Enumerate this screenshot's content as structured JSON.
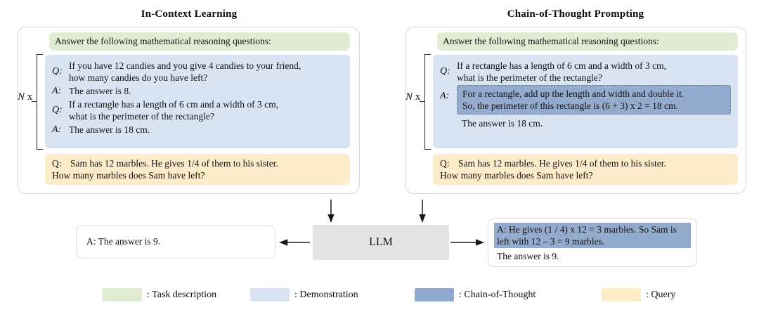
{
  "panels": [
    {
      "key": "icl",
      "title": "In-Context Learning",
      "task_description": "Answer the following mathematical reasoning questions:",
      "repeat_label_n": "N",
      "repeat_label_x": "x",
      "demonstration": [
        {
          "label": "Q:",
          "lines": [
            "If you have 12 candies and you give 4 candies to your friend,",
            "how many candies do you have left?"
          ]
        },
        {
          "label": "A:",
          "lines": [
            "The answer is 8."
          ]
        },
        {
          "label": "Q:",
          "lines": [
            "If a rectangle has a length of 6 cm and a width of 3 cm,",
            "what is the perimeter of the rectangle?"
          ]
        },
        {
          "label": "A:",
          "lines": [
            "The answer is 18 cm."
          ]
        }
      ],
      "query": {
        "label": "Q:",
        "lines": [
          "Sam has 12 marbles. He gives 1/4 of them to his sister.",
          "How many marbles does Sam have left?"
        ]
      }
    },
    {
      "key": "cot",
      "title": "Chain-of-Thought Prompting",
      "task_description": "Answer the following mathematical reasoning questions:",
      "repeat_label_n": "N",
      "repeat_label_x": "x",
      "demonstration_question": {
        "label": "Q:",
        "lines": [
          "If a rectangle has a length of 6 cm and a width of 3 cm,",
          "what is the perimeter of the rectangle?"
        ]
      },
      "demonstration_answer": {
        "label": "A:",
        "chain_of_thought_lines": [
          "For a rectangle, add up the length and width and double it.",
          "So, the perimeter of this rectangle is (6 + 3) x 2 = 18 cm."
        ],
        "final_line": "The answer is 18 cm."
      },
      "query": {
        "label": "Q:",
        "lines": [
          "Sam has 12 marbles. He gives 1/4 of them to his sister.",
          "How many marbles does Sam have left?"
        ]
      }
    }
  ],
  "model": {
    "label": "LLM"
  },
  "outputs": {
    "left": {
      "text": "A: The answer is 9."
    },
    "right": {
      "chain_of_thought_lines": [
        "A: He gives (1 / 4) x 12 = 3 marbles.",
        "So Sam is left with 12 – 3 = 9 marbles."
      ],
      "final_line": "The answer is 9."
    }
  },
  "legend": [
    {
      "name": "task-description",
      "label": ": Task description",
      "color": "#e1edd3"
    },
    {
      "name": "demonstration",
      "label": ": Demonstration",
      "color": "#d8e4f1"
    },
    {
      "name": "chain-of-thought",
      "label": ": Chain-of-Thought",
      "color": "#8fa9cd"
    },
    {
      "name": "query",
      "label": ": Query",
      "color": "#fdecc9"
    }
  ]
}
